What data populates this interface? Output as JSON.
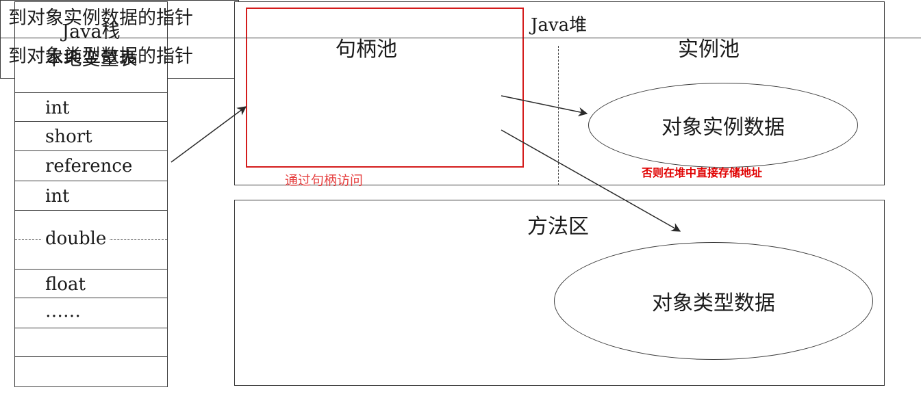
{
  "stack": {
    "title": "Java栈",
    "subtitle": "本地变量表",
    "rows": [
      "int",
      "short",
      "reference",
      "int",
      "double",
      "float",
      "……",
      "",
      ""
    ]
  },
  "heap": {
    "title": "Java堆",
    "handle_pool": {
      "title": "句柄池",
      "pointers": [
        "到对象实例数据的指针",
        "到对象类型数据的指针"
      ],
      "label": "通过句柄访问"
    },
    "instance_pool": {
      "title": "实例池",
      "ellipse": "对象实例数据"
    },
    "note": "否则在堆中直接存储地址"
  },
  "method_area": {
    "title": "方法区",
    "ellipse": "对象类型数据"
  },
  "colors": {
    "handle_frame": "#d41c1c",
    "handle_label": "#e64040",
    "note": "#e00000",
    "line": "#3a3a3a"
  }
}
